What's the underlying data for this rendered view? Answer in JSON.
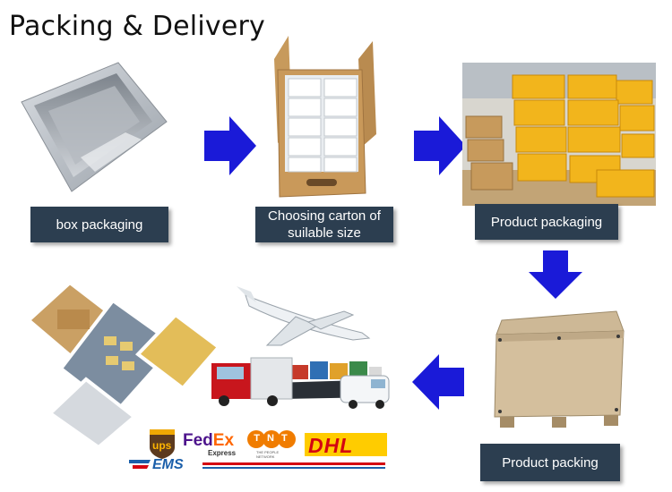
{
  "header": {
    "title": "Packing & Delivery"
  },
  "steps": {
    "box_packaging": "box packaging",
    "carton_size": "Choosing carton of suilable size",
    "product_packaging": "Product packaging",
    "product_packing": "Product packing"
  },
  "logos": {
    "ups": "ups",
    "fedex_fed": "Fed",
    "fedex_ex": "Ex",
    "fedex_express": "Express",
    "tnt": "TNT",
    "tnt_sub": "THE PEOPLE NETWORK",
    "dhl": "DHL",
    "ems": "EMS"
  },
  "colors": {
    "arrow_blue": "#1a1ad8",
    "label_bg": "#2c3e50",
    "fedex_purple": "#4d148c",
    "fedex_orange": "#ff6600",
    "dhl_red": "#d40511",
    "dhl_yellow": "#ffcc00",
    "tnt_orange": "#f07c00",
    "ups_brown": "#5c3a1e",
    "ems_blue": "#1b5faa"
  }
}
